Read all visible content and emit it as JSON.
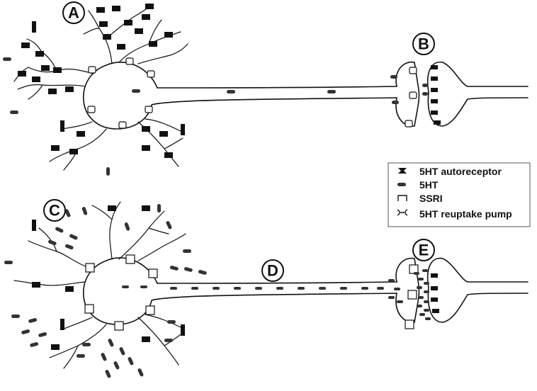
{
  "panels": {
    "a": "A",
    "b": "B",
    "c": "C",
    "d": "D",
    "e": "E"
  },
  "legend": {
    "autoreceptor": "5HT autoreceptor",
    "serotonin": "5HT",
    "ssri": "SSRI",
    "reuptake_pump": "5HT reuptake pump"
  }
}
